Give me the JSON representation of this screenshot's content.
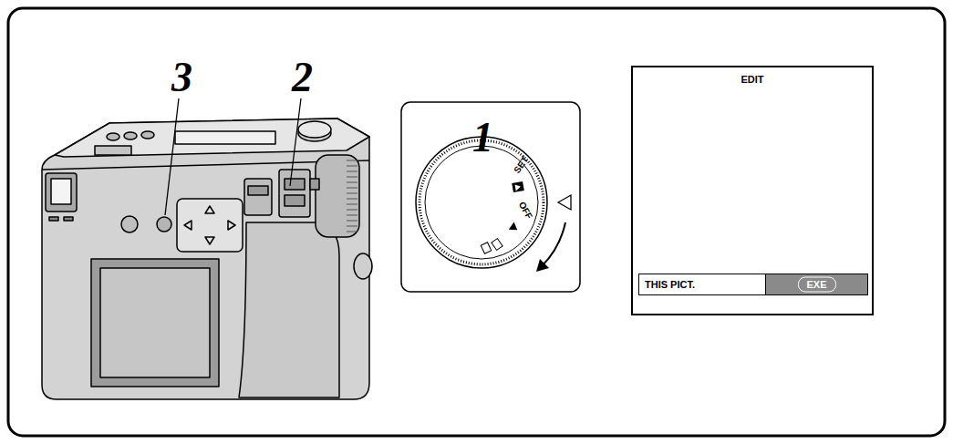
{
  "diagram": {
    "nodes": [
      {
        "text": [
          "EDIT"
        ]
      },
      {
        "text": [
          "THIS PICT."
        ],
        "in": 0
      },
      {
        "text": [
          "EXE"
        ],
        "in": 0
      }
    ],
    "labels": [
      "3",
      "2",
      "1",
      "SET",
      "OFF"
    ]
  }
}
